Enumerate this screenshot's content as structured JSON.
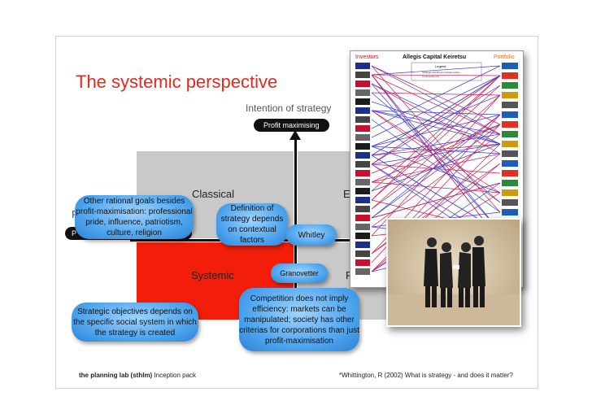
{
  "slide": {
    "title": "The systemic perspective",
    "axis_vertical_label": "Intention of strategy",
    "axis_top_pill": "Profit maximising",
    "axis_left_pill_fragment": "P",
    "axis_left_label_fragment": "P",
    "quadrants": {
      "classical": "Classical",
      "evolutionary_fragment": "E",
      "systemic": "Systemic",
      "processual_fragment": "P"
    }
  },
  "bubbles": {
    "other_goals": "Other rational goals besides profit-maximisation: professional pride, influence, patriotism, culture, religion",
    "definition": "Definition of strategy depends on contextual factors",
    "whitley": "Whitley",
    "granovetter": "Granovetter",
    "competition": "Competition does not imply efficiency: markets can be manipulated; society has other criterias for corporations than just profit-maximisation",
    "objectives": "Strategic objectives depends on the specific social system in which the strategy is created"
  },
  "collage": {
    "header_left": "Investors",
    "header_center": "Allegis Capital Keiretsu",
    "header_right": "Portfolio",
    "legend_title": "Legend",
    "legend_line1": "Strategic Distribution Relationships",
    "legend_line2": "Co-investments"
  },
  "footer": {
    "brand": "the planning lab (sthlm)",
    "pack": "Inception pack",
    "citation": "*Whittington, R (2002) What is strategy - and does it matter?"
  },
  "colors": {
    "title": "#e8281c",
    "systemic_quadrant": "#f21e09",
    "other_quadrants": "#c9c9c9",
    "bubble": "#4aa2ec"
  }
}
